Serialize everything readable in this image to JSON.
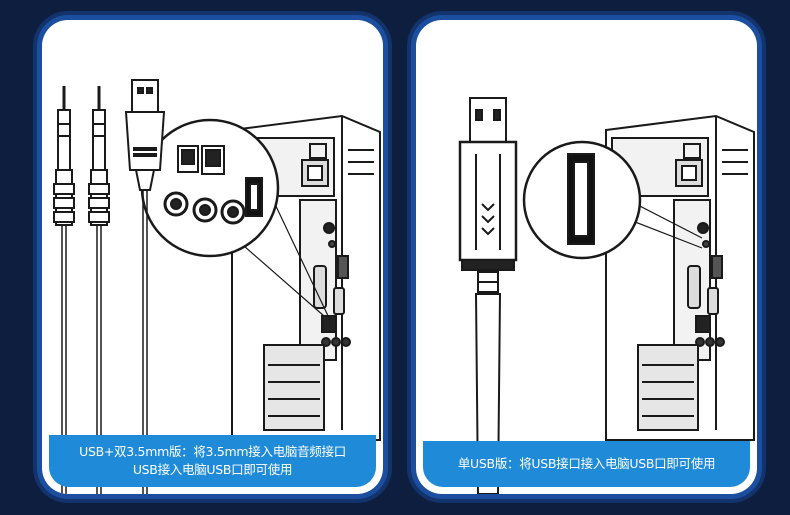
{
  "panels": [
    {
      "caption_line1": "USB+双3.5mm版：将3.5mm接入电脑音频接口",
      "caption_line2": "USB接入电脑USB口即可使用"
    },
    {
      "caption_line1": "单USB版：将USB接口接入电脑USB口即可使用"
    }
  ],
  "colors": {
    "background": "#0e1e3f",
    "frame": "#1c4ea0",
    "caption_bg": "#1e8ad8"
  }
}
